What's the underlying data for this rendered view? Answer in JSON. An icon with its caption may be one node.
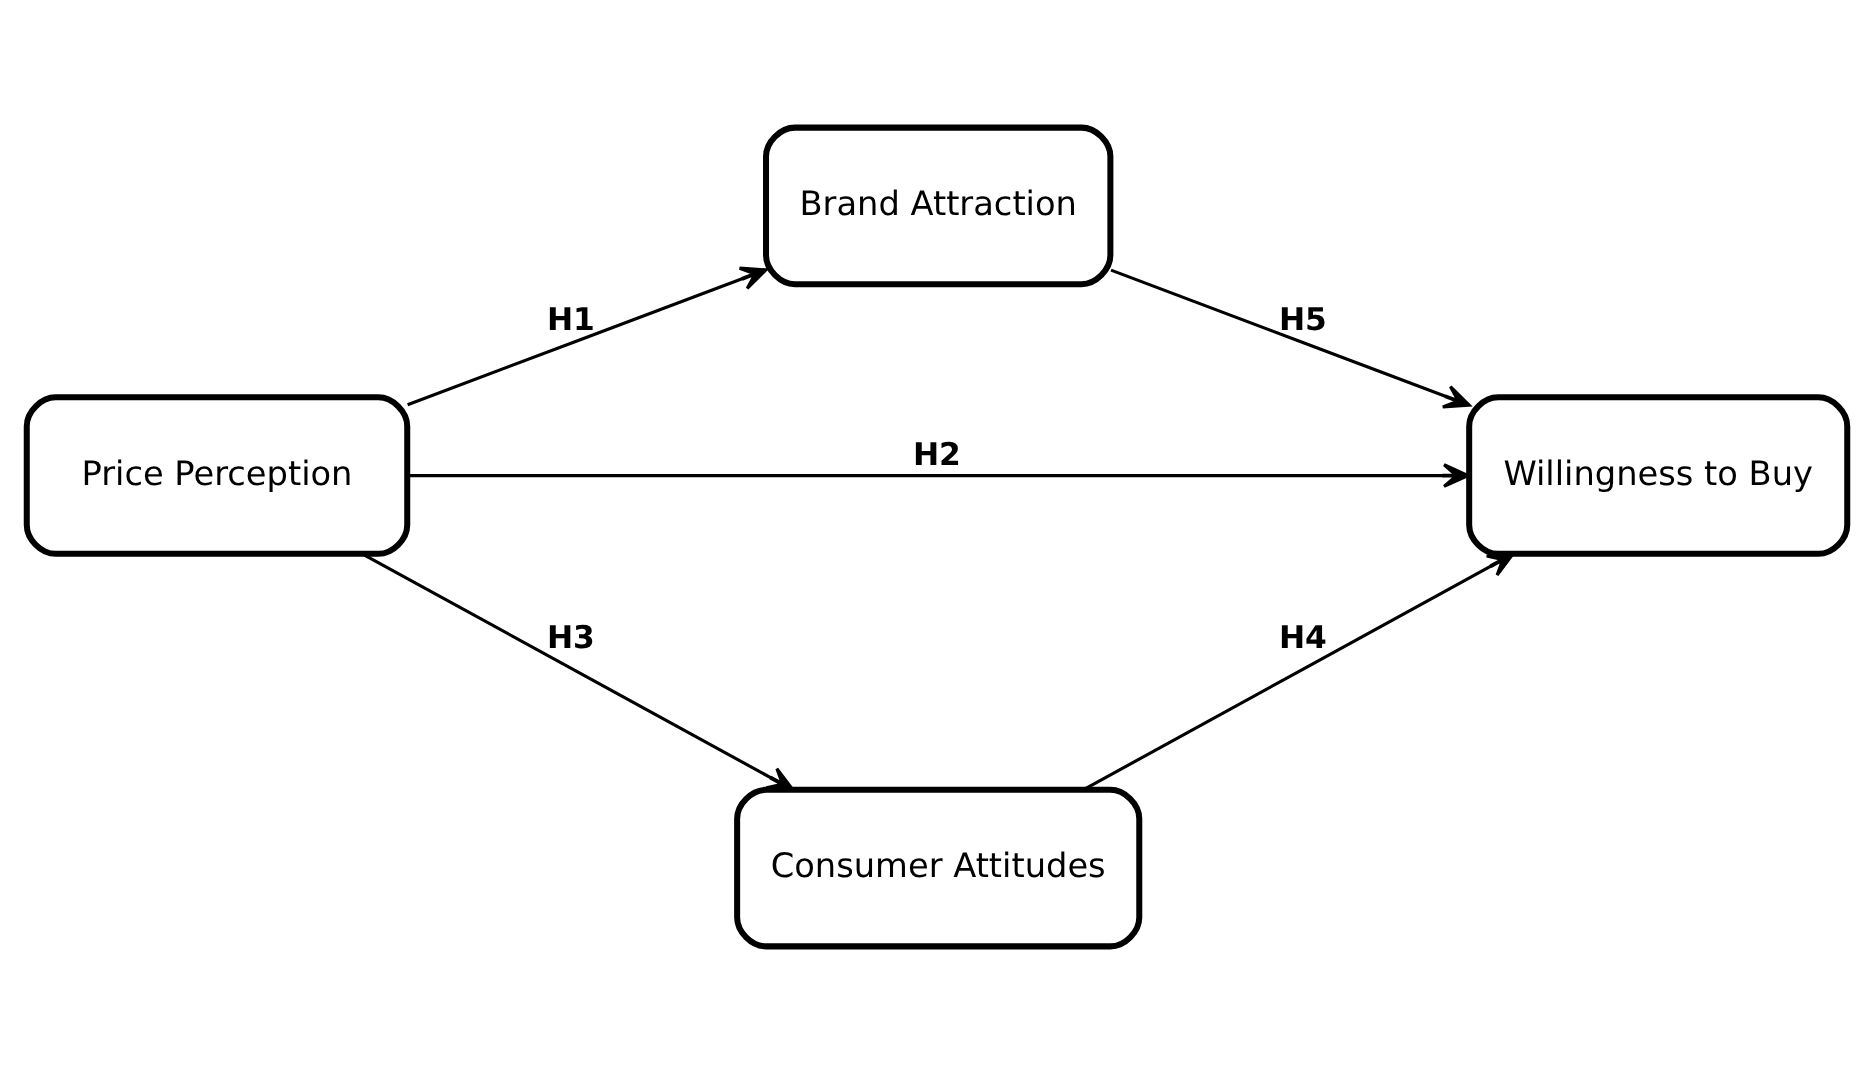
{
  "diagram": {
    "nodes": [
      {
        "text": [
          "Brand Attraction"
        ]
      },
      {
        "text": [
          "Price Perception"
        ]
      },
      {
        "text": [
          "Willingness to Buy"
        ]
      },
      {
        "text": [
          "Consumer Attitudes"
        ]
      }
    ],
    "edges": [
      {
        "from": 1,
        "to": 0,
        "arrow": "to",
        "label": "H1"
      },
      {
        "from": 1,
        "to": 2,
        "arrow": "to",
        "label": "H2"
      },
      {
        "from": 1,
        "to": 3,
        "arrow": "to",
        "label": "H3"
      },
      {
        "from": 3,
        "to": 2,
        "arrow": "to",
        "label": "H4"
      },
      {
        "from": 0,
        "to": 2,
        "arrow": "to",
        "label": "H5"
      }
    ]
  }
}
